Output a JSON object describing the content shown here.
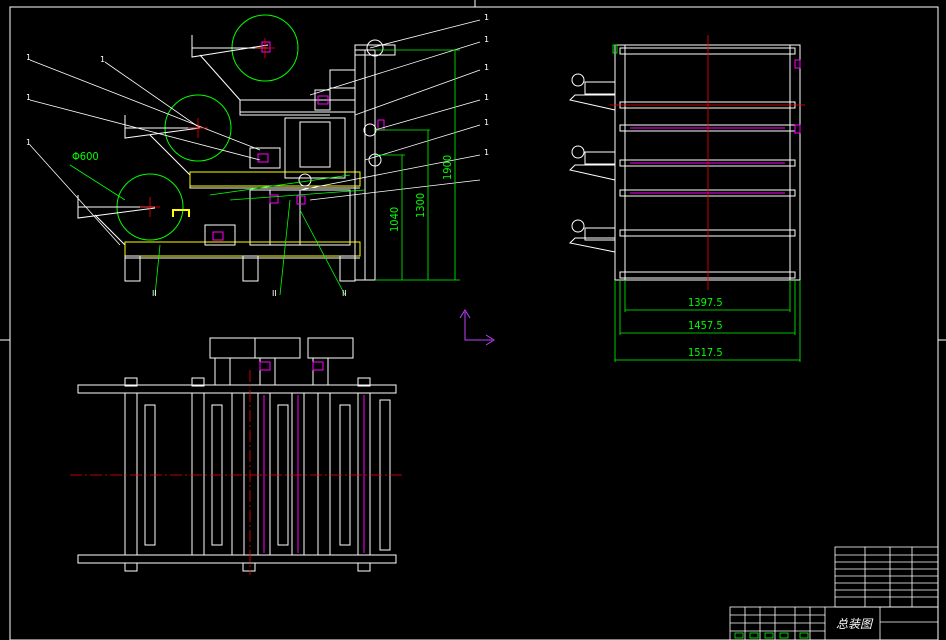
{
  "drawing": {
    "title_block_name": "总装图",
    "annotations": {
      "diameter": "Φ600",
      "height_1": "1040",
      "height_2": "1300",
      "height_3": "1900",
      "width_1": "1397.5",
      "width_2": "1457.5",
      "width_3": "1517.5"
    },
    "callouts": [
      "1",
      "1",
      "1",
      "1",
      "1",
      "1",
      "1",
      "1",
      "1",
      "1"
    ],
    "section_marks": [
      "II",
      "II",
      "II"
    ]
  },
  "colors": {
    "background": "#000000",
    "line": "#ffffff",
    "dimension": "#00ff00",
    "centerline": "#ff0000",
    "part": "#ff00ff",
    "accent": "#ffff00",
    "axis": "#c040ff"
  }
}
